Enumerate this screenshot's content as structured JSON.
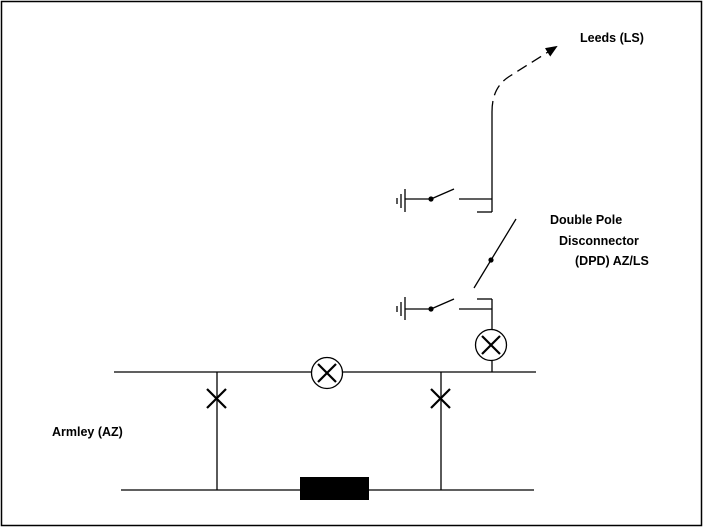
{
  "diagram": {
    "labels": {
      "leeds": "Leeds (LS)",
      "dpd_line1": "Double Pole",
      "dpd_line2": "Disconnector",
      "dpd_line3": "(DPD) AZ/LS",
      "armley": "Armley  (AZ)"
    },
    "components": [
      {
        "type": "earth-switch",
        "state": "open"
      },
      {
        "type": "earth-switch",
        "state": "open"
      },
      {
        "type": "disconnector",
        "name": "Double Pole Disconnector (DPD) AZ/LS",
        "state": "open"
      },
      {
        "type": "circuit-breaker",
        "symbol": "circled-x"
      },
      {
        "type": "circuit-breaker",
        "symbol": "circled-x"
      },
      {
        "type": "disconnector",
        "symbol": "x"
      },
      {
        "type": "disconnector",
        "symbol": "x"
      },
      {
        "type": "reactor-block"
      }
    ],
    "colors": {
      "line": "#000000",
      "background": "#ffffff"
    }
  }
}
